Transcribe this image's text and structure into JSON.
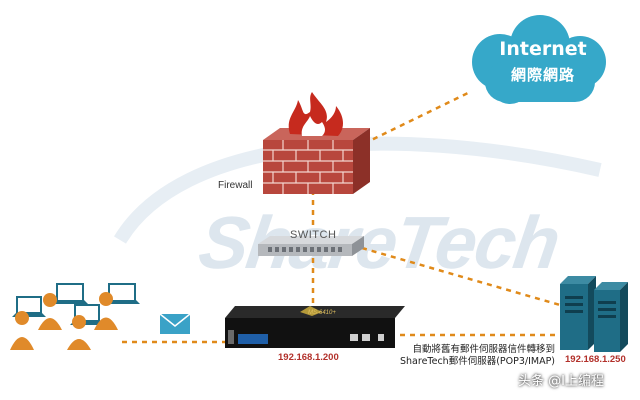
{
  "cloud": {
    "title": "Internet",
    "subtitle": "網際網路"
  },
  "firewall": {
    "label": "Firewall"
  },
  "switch": {
    "label": "SWITCH"
  },
  "appliance": {
    "model": "MS-6410+",
    "ip": "192.168.1.200"
  },
  "mail_server": {
    "ip": "192.168.1.250",
    "migration_note": [
      "自動將舊有郵件伺服器信件轉移到",
      "ShareTech郵件伺服器(POP3/IMAP)"
    ]
  },
  "background_brand": "ShareTech",
  "watermark": "头条 @I上编程",
  "colors": {
    "cloud": "#36a8c9",
    "link": "#e08a1a",
    "ip_text": "#b2302a",
    "server": "#1f6d86",
    "brick": "#b8473d",
    "users": "#e08a2a"
  }
}
